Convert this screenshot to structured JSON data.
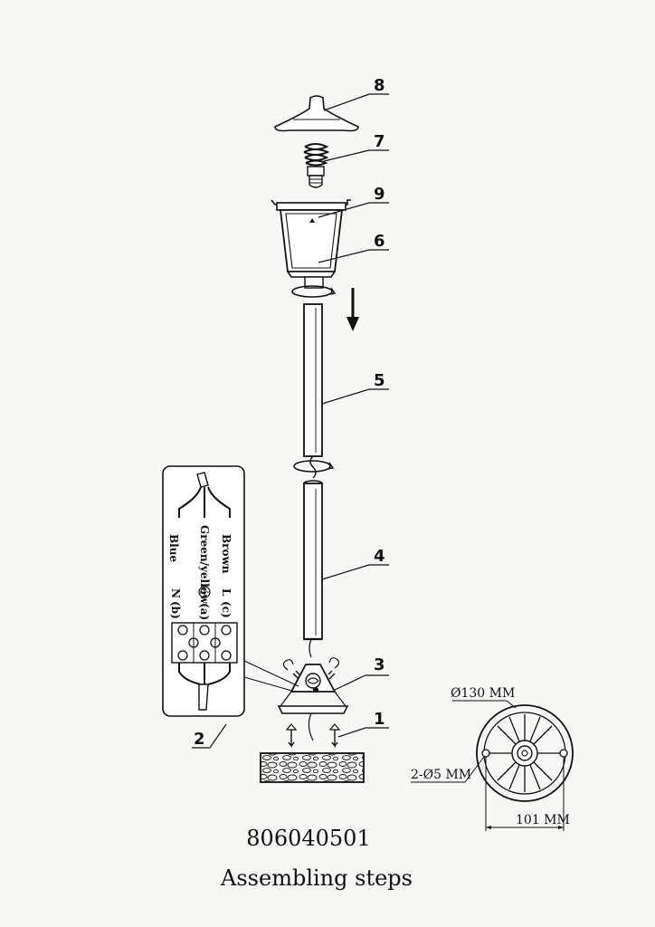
{
  "callouts": {
    "c1": "1",
    "c2": "2",
    "c3": "3",
    "c4": "4",
    "c5": "5",
    "c6": "6",
    "c7": "7",
    "c8": "8",
    "c9": "9"
  },
  "wiring": {
    "brown": "Brown",
    "green_yellow": "Green/yellow",
    "blue": "Blue",
    "l": "L",
    "c": "(c)",
    "a": "(a)",
    "n": "N",
    "b": "(b)"
  },
  "dimensions": {
    "diameter": "Ø130 MM",
    "holes": "2-Ø5 MM",
    "width": "101 MM"
  },
  "footer": {
    "model": "806040501",
    "caption": "Assembling steps"
  }
}
